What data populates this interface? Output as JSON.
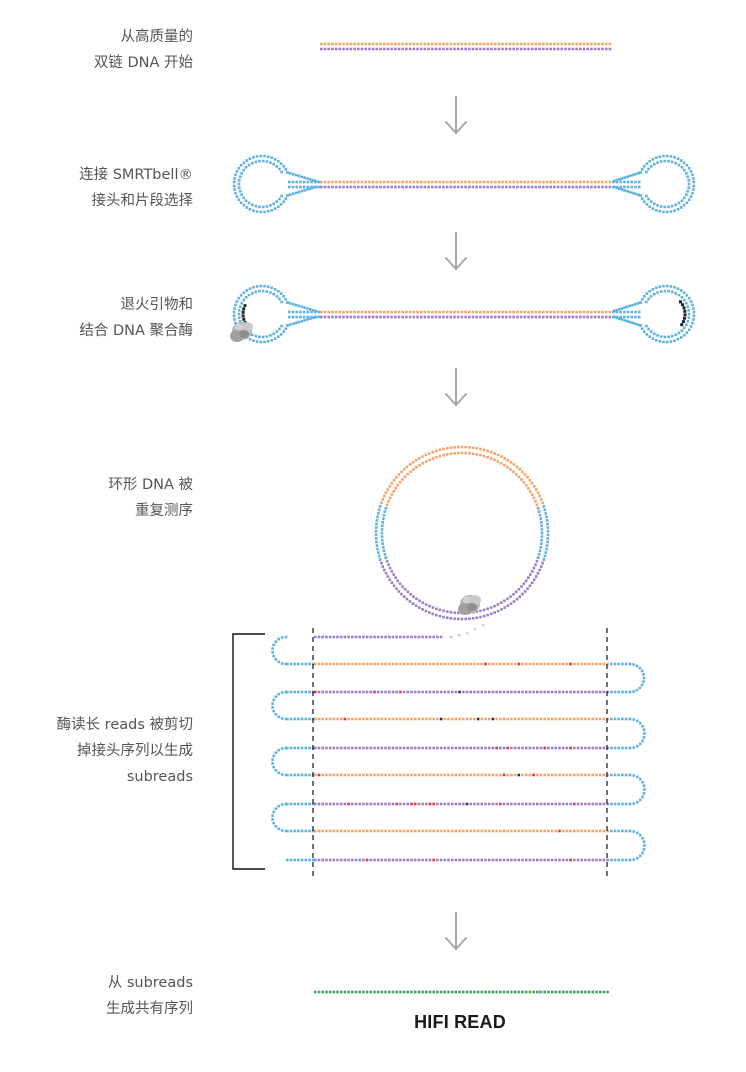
{
  "steps": [
    {
      "lines": [
        "从高质量的",
        "双链 DNA 开始"
      ]
    },
    {
      "lines": [
        "连接 SMRTbell®",
        "接头和片段选择"
      ]
    },
    {
      "lines": [
        "退火引物和",
        "结合 DNA 聚合酶"
      ]
    },
    {
      "lines": [
        "环形 DNA 被",
        "重复测序"
      ]
    },
    {
      "lines": [
        "酶读长 reads 被剪切",
        "掉接头序列以生成",
        "subreads"
      ]
    },
    {
      "lines": [
        "从 subreads",
        "生成共有序列"
      ]
    }
  ],
  "result_label": "HIFI READ",
  "colors": {
    "orange": "#f5a46a",
    "purple": "#9b7fc4",
    "blue": "#5cb3e0",
    "green": "#3aa655",
    "error_red": "#e8333a",
    "error_dark": "#333333",
    "arrow": "#a8a8a8",
    "text": "#555555"
  }
}
